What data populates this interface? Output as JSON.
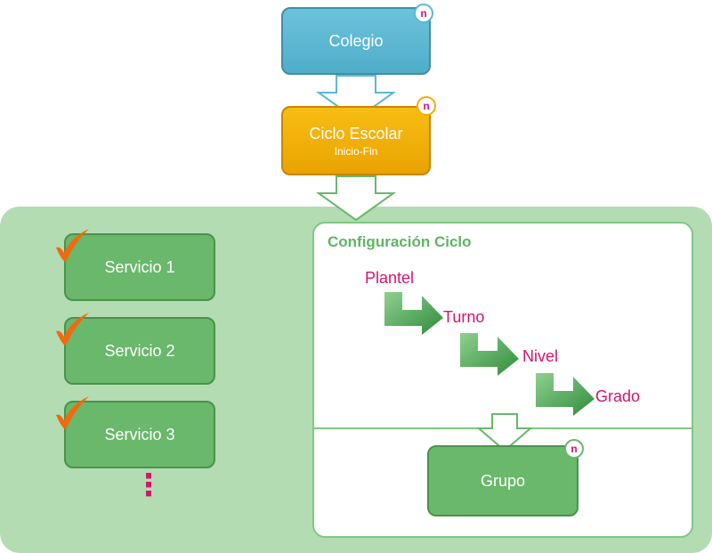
{
  "nodes": {
    "colegio": {
      "label": "Colegio",
      "badge": "n"
    },
    "ciclo": {
      "label": "Ciclo Escolar",
      "sublabel": "Inicio-Fin",
      "badge": "n"
    },
    "grupo": {
      "label": "Grupo",
      "badge": "n"
    }
  },
  "services": [
    {
      "label": "Servicio 1"
    },
    {
      "label": "Servicio 2"
    },
    {
      "label": "Servicio 3"
    }
  ],
  "services_more": "⋮",
  "config": {
    "title": "Configuración Ciclo",
    "steps": [
      "Plantel",
      "Turno",
      "Nivel",
      "Grado"
    ]
  },
  "colors": {
    "colegio": "#5db8d3",
    "ciclo": "#f1af08",
    "green_box": "#69b86b",
    "panel": "#b3dcb2",
    "badge_text": "#d6146e",
    "check": "#f06a0f"
  }
}
